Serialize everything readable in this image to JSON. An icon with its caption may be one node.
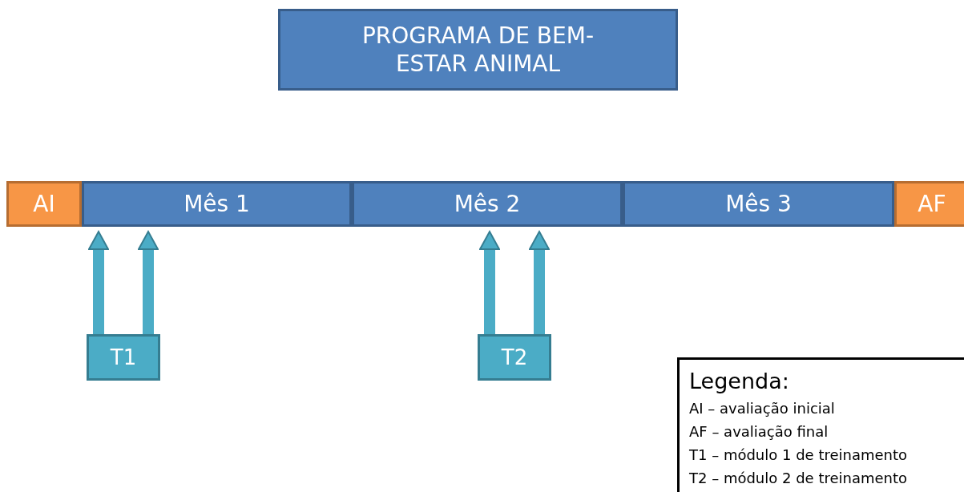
{
  "diagram": {
    "nodes": [
      {
        "text": [
          "PROGRAMA DE BEM-ESTAR ANIMAL"
        ]
      },
      {
        "text": [
          "AI"
        ]
      },
      {
        "text": [
          "Mês 1"
        ]
      },
      {
        "text": [
          "Mês 2"
        ]
      },
      {
        "text": [
          "Mês 3"
        ]
      },
      {
        "text": [
          "AF"
        ]
      },
      {
        "text": [
          "T1"
        ]
      },
      {
        "text": [
          "T2"
        ]
      }
    ],
    "edges": [
      {
        "from": 6,
        "to": 2,
        "arrow": "to"
      },
      {
        "from": 6,
        "to": 2,
        "arrow": "to"
      },
      {
        "from": 7,
        "to": 3,
        "arrow": "to"
      },
      {
        "from": 7,
        "to": 3,
        "arrow": "to"
      }
    ],
    "labels": [
      "Legenda:"
    ],
    "legend": [
      {
        "text": "AI – avaliação inicial"
      },
      {
        "text": "AF – avaliação final"
      },
      {
        "text": "T1 – módulo 1 de treinamento"
      },
      {
        "text": "T2 – módulo 2 de treinamento"
      }
    ]
  }
}
